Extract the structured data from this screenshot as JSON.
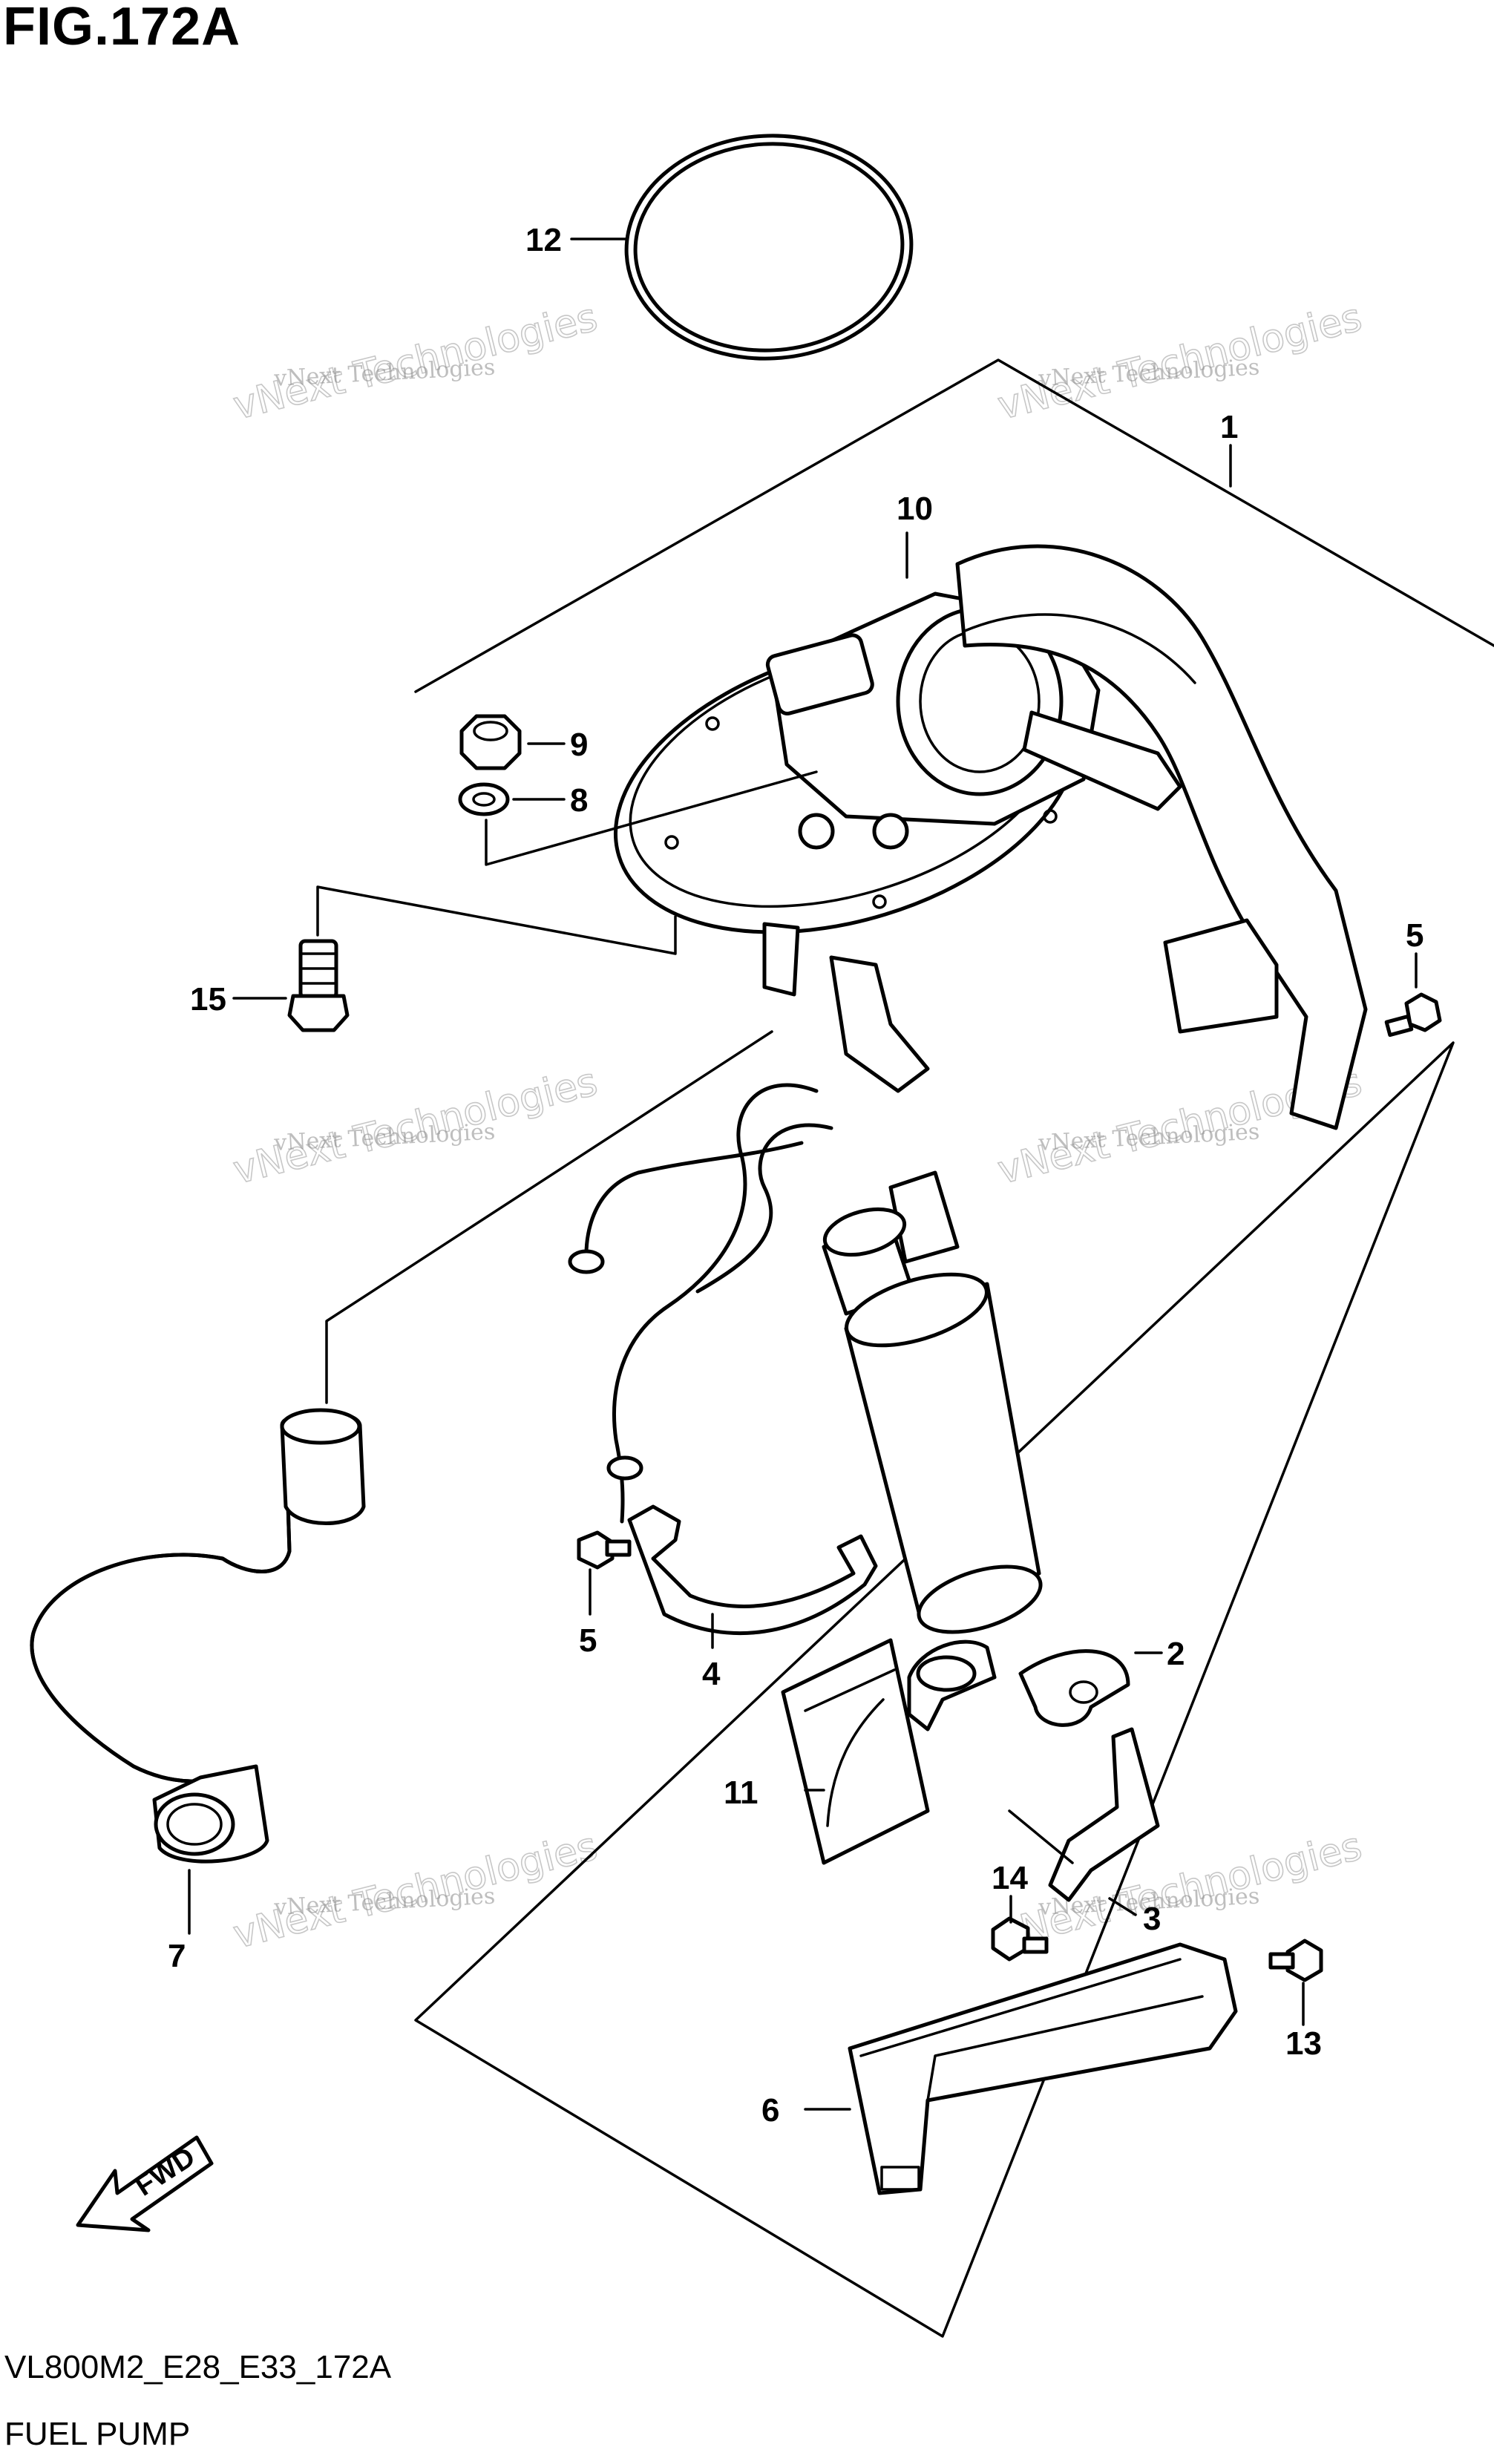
{
  "figure": {
    "title": "FIG.172A",
    "code": "VL800M2_E28_E33_172A",
    "name": "FUEL PUMP"
  },
  "callouts": [
    "1",
    "2",
    "3",
    "4",
    "5",
    "5",
    "6",
    "7",
    "8",
    "9",
    "10",
    "11",
    "12",
    "13",
    "14",
    "15"
  ],
  "watermark": {
    "line1": "vNext Technologies",
    "line2": "vNext Technologies"
  },
  "fwd_label": "FWD"
}
